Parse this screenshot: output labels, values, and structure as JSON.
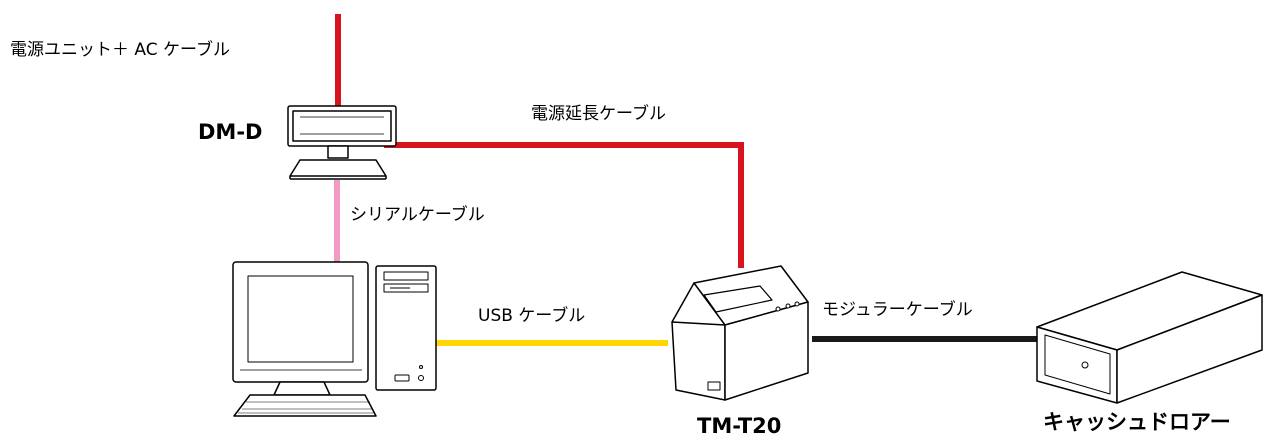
{
  "labels": {
    "power_unit_cable": "電源ユニット＋ AC ケーブル",
    "power_extension_cable": "電源延長ケーブル",
    "serial_cable": "シリアルケーブル",
    "usb_cable": "USB ケーブル",
    "modular_cable": "モジュラーケーブル"
  },
  "devices": {
    "customer_display": "DM-D",
    "printer": "TM-T20",
    "cash_drawer": "キャッシュドロアー"
  },
  "colors": {
    "power": "#d7141e",
    "serial": "#f29ac3",
    "usb": "#ffd600",
    "modular": "#1a1a1a",
    "outline": "#000000"
  }
}
